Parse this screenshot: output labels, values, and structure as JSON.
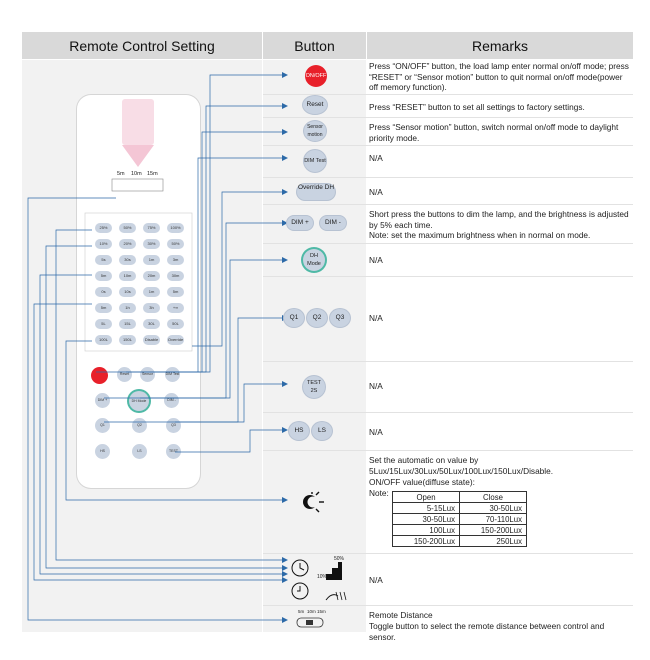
{
  "headers": {
    "remote": "Remote Control Setting",
    "button": "Button",
    "remarks": "Remarks"
  },
  "buttons": {
    "onoff": "ON/OFF",
    "reset": "Reset",
    "sensor": "Sensor motion",
    "dim_test": "DIM Test",
    "override": "Override DH",
    "dim_plus": "DIM +",
    "dim_minus": "DIM -",
    "dh_mode": "DH Mode",
    "q1": "Q1",
    "q2": "Q2",
    "q3": "Q3",
    "test": "TEST 2S",
    "hs": "HS",
    "ls": "LS"
  },
  "remarks": {
    "onoff": "Press “ON/OFF” button, the load lamp enter normal on/off mode; press “RESET” or “Sensor motion” button to quit normal on/off mode(power off memory function).",
    "reset": "Press “RESET” button to set all settings to factory settings.",
    "sensor": "Press “Sensor motion” button, switch normal on/off mode to daylight priority mode.",
    "dim_test": "N/A",
    "override": "N/A",
    "dim": "Short press the buttons to dim the lamp, and the brightness is adjusted by 5% each time.",
    "dim_note": "Note: set the maximum brightness when in normal on mode.",
    "dh_mode": "N/A",
    "q": "N/A",
    "test": "N/A",
    "hs_ls": "N/A",
    "daylight": "Set the automatic on value by 5Lux/15Lux/30Lux/50Lux/100Lux/150Lux/Disable.",
    "daylight2": "ON/OFF value(diffuse state):",
    "note": "Note:",
    "icons": "N/A",
    "distance_title": "Remote Distance",
    "distance": "Toggle button to select the remote distance between control and sensor."
  },
  "lux_table": {
    "headers": [
      "Open",
      "Close"
    ],
    "rows": [
      [
        "5-15Lux",
        "30-50Lux"
      ],
      [
        "30-50Lux",
        "70-110Lux"
      ],
      [
        "100Lux",
        "150-200Lux"
      ],
      [
        "150-200Lux",
        "250Lux"
      ]
    ]
  },
  "remote": {
    "distance_labels": [
      "5m",
      "10m",
      "15m"
    ],
    "grid": [
      [
        "25%",
        "50%",
        "75%",
        "100%"
      ],
      [
        "10%",
        "20%",
        "30%",
        "50%"
      ],
      [
        "5s",
        "30s",
        "1m",
        "3m"
      ],
      [
        "5m",
        "10m",
        "20m",
        "30m"
      ],
      [
        "0s",
        "10s",
        "1m",
        "5m"
      ],
      [
        "5m",
        "1h",
        "3h",
        "+∞"
      ],
      [
        "5L",
        "15L",
        "30L",
        "50L"
      ],
      [
        "100L",
        "150L",
        "Disable",
        "Override"
      ]
    ],
    "lower": [
      "Reset",
      "Sensor",
      "DIM Test",
      "DIM +",
      "DIM -",
      "DH Mode",
      "Q1",
      "Q2",
      "Q3",
      "HS",
      "LS",
      "TEST"
    ]
  },
  "icon_labels": {
    "pct50": "50%",
    "pct10": "10%",
    "dist_small": [
      "5m",
      "10m",
      "15m"
    ]
  },
  "colors": {
    "header_bg": "#d9d9d9",
    "panel_bg": "#f2f2f2",
    "button_bg": "#c9d3e1",
    "onoff_red": "#e8202a",
    "dh_ring": "#4fb9a6",
    "line": "#2d6aa8"
  }
}
